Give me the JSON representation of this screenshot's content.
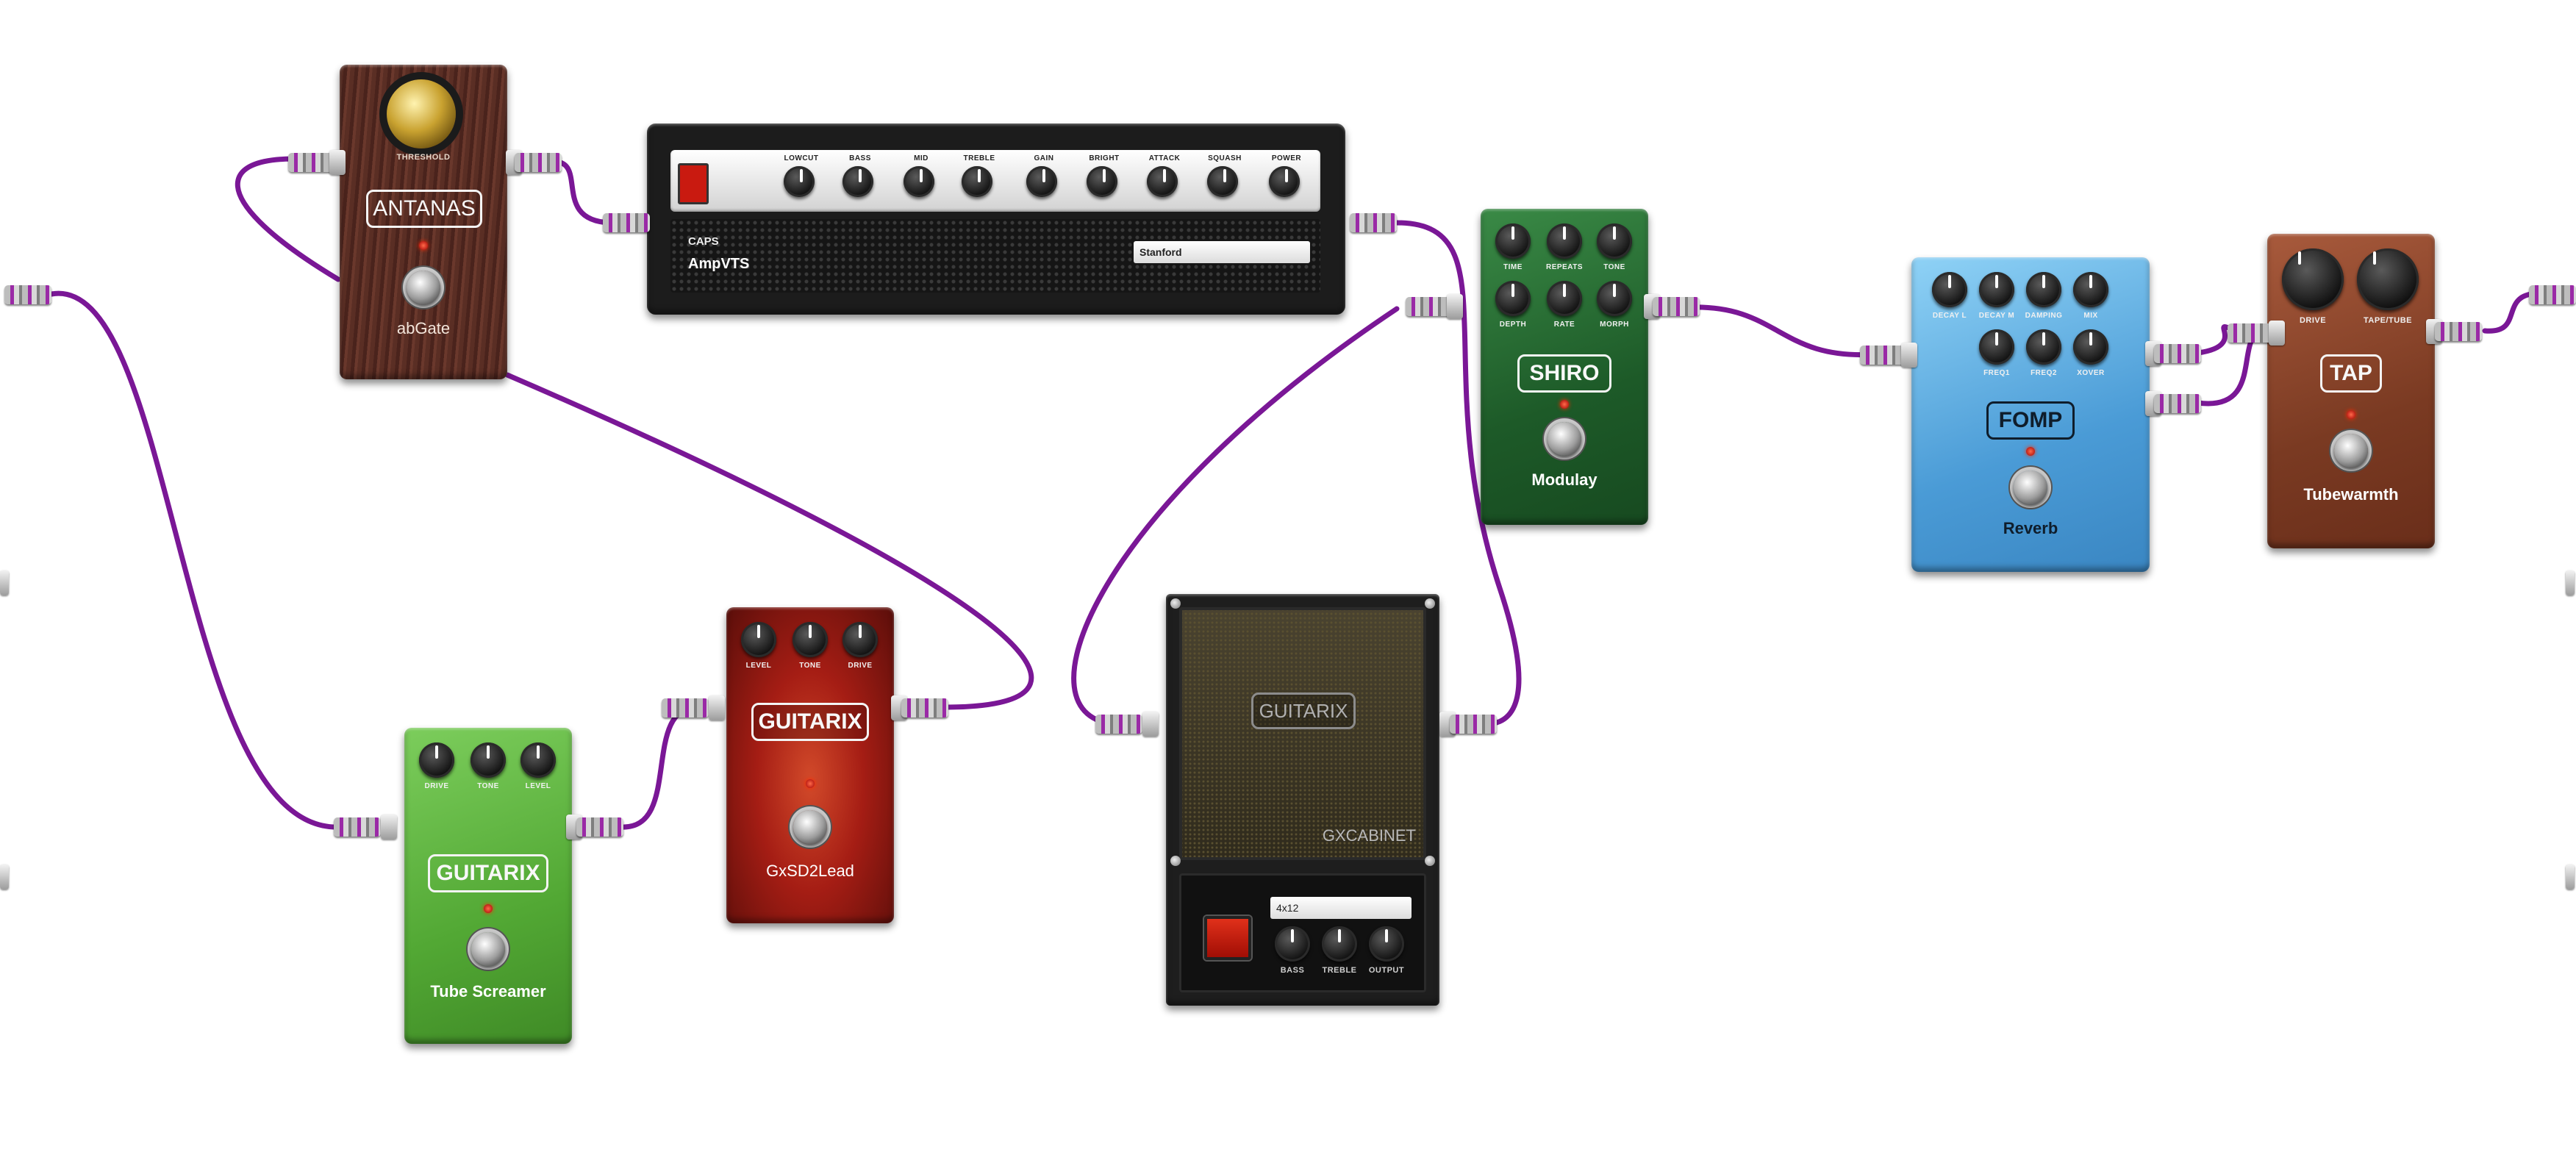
{
  "colors": {
    "cable": "#7a1796",
    "jack_accent": "#9a2aa6"
  },
  "pedals": {
    "abgate": {
      "knob_label": "THRESHOLD",
      "badge": "ANTANAS",
      "name": "abGate"
    },
    "ampvts": {
      "knob_labels": [
        "LOWCUT",
        "BASS",
        "MID",
        "TREBLE",
        "GAIN",
        "BRIGHT",
        "ATTACK",
        "SQUASH",
        "POWER"
      ],
      "brand": "CAPS",
      "name": "AmpVTS",
      "model_value": "Stanford"
    },
    "modulay": {
      "knob_labels": [
        "TIME",
        "REPEATS",
        "TONE",
        "DEPTH",
        "RATE",
        "MORPH"
      ],
      "badge": "SHIRO",
      "name": "Modulay"
    },
    "reverb": {
      "knob_labels": [
        "DECAY L",
        "DECAY M",
        "DAMPING",
        "MIX",
        "FREQ1",
        "FREQ2",
        "XOVER"
      ],
      "badge": "FOMP",
      "name": "Reverb"
    },
    "tubewarmth": {
      "knob_labels": [
        "DRIVE",
        "TAPE/TUBE"
      ],
      "badge": "TAP",
      "name": "Tubewarmth"
    },
    "tubescreamer": {
      "knob_labels": [
        "DRIVE",
        "TONE",
        "LEVEL"
      ],
      "badge": "GUITARIX",
      "name": "Tube Screamer"
    },
    "gxsd2lead": {
      "knob_labels": [
        "LEVEL",
        "TONE",
        "DRIVE"
      ],
      "badge": "GUITARIX",
      "name": "GxSD2Lead"
    },
    "gxcabinet": {
      "badge": "GUITARIX",
      "name": "GXCABINET",
      "model_value": "4x12",
      "knob_labels": [
        "BASS",
        "TREBLE",
        "OUTPUT"
      ]
    }
  }
}
